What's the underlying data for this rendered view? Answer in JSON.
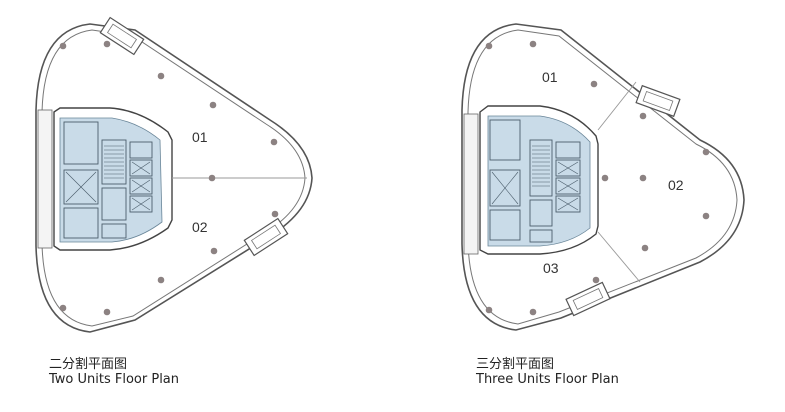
{
  "plans": [
    {
      "units": [
        {
          "label": "01"
        },
        {
          "label": "02"
        }
      ],
      "caption_cn": "二分割平面图",
      "caption_en": "Two Units Floor Plan"
    },
    {
      "units": [
        {
          "label": "01"
        },
        {
          "label": "02"
        },
        {
          "label": "03"
        }
      ],
      "caption_cn": "三分割平面图",
      "caption_en": "Three Units Floor Plan"
    }
  ],
  "colors": {
    "wall": "#555555",
    "core_fill": "#c9dbe8",
    "column": "#8c8282",
    "divider": "#9a9a9a"
  }
}
